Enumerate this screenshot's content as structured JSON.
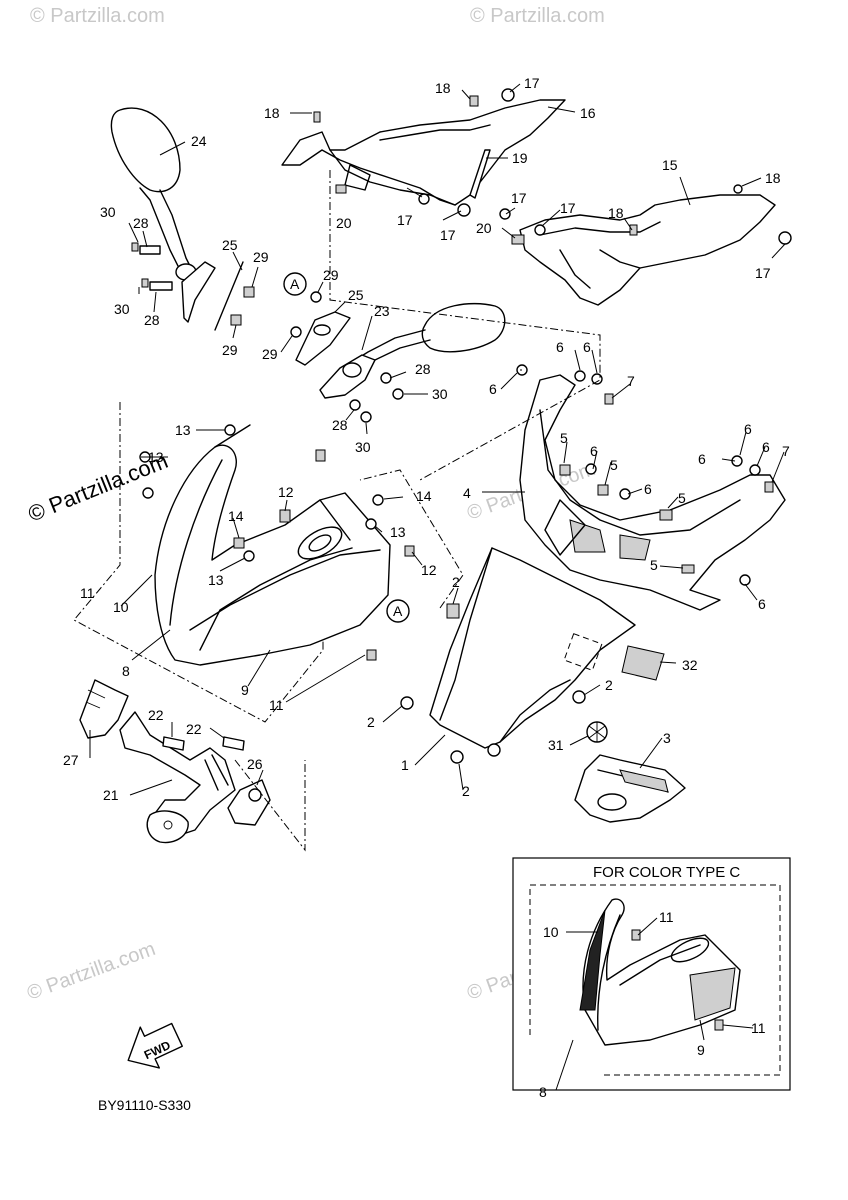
{
  "watermark": {
    "text": "© Partzilla.com",
    "prominent_text": "© Partzilla.com"
  },
  "color_type_box": {
    "title": "FOR COLOR TYPE C"
  },
  "diagram_code": "BY91110-S330",
  "fwd_label": "FWD",
  "reference_marker": "A",
  "callouts": {
    "c1": "1",
    "c2": "2",
    "c3": "3",
    "c4": "4",
    "c5": "5",
    "c6": "6",
    "c7": "7",
    "c8": "8",
    "c9": "9",
    "c10": "10",
    "c11": "11",
    "c12": "12",
    "c13": "13",
    "c14": "14",
    "c15": "15",
    "c16": "16",
    "c17": "17",
    "c18": "18",
    "c19": "19",
    "c20": "20",
    "c21": "21",
    "c22": "22",
    "c23": "23",
    "c24": "24",
    "c25": "25",
    "c26": "26",
    "c27": "27",
    "c28": "28",
    "c29": "29",
    "c30": "30",
    "c31": "31",
    "c32": "32"
  }
}
